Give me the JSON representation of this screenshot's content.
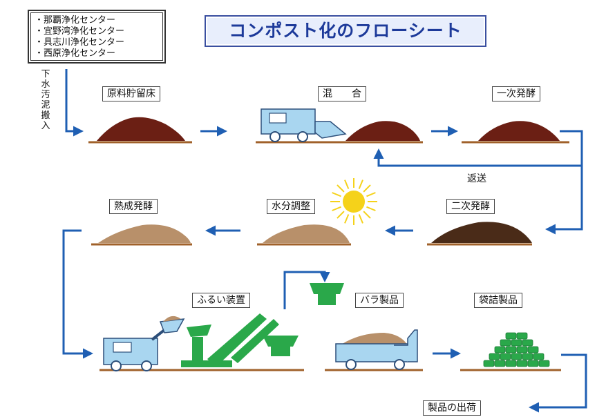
{
  "title": "コンポスト化のフローシート",
  "plants": [
    "・那覇浄化センター",
    "・宜野湾浄化センター",
    "・具志川浄化センター",
    "・西原浄化センター"
  ],
  "inbound_label": "下水汚泥搬入",
  "stages": {
    "raw_storage": "原料貯留床",
    "mixing": "混　　合",
    "primary_fermentation": "一次発酵",
    "secondary_fermentation": "二次発酵",
    "moisture_adjustment": "水分調整",
    "maturing": "熟成発酵",
    "sieve": "ふるい装置",
    "bulk_product": "バラ製品",
    "bagged_product": "袋詰製品",
    "shipment": "製品の出荷"
  },
  "return_label": "返送",
  "colors": {
    "arrow": "#1f5fb3",
    "dark_pile": "#6b1f14",
    "medium_pile": "#4a2b18",
    "light_pile": "#b8906a",
    "ground": "#a0612a",
    "machine": "#a9d6f0",
    "sieve_green": "#2aa84a",
    "sun": "#f5d21a",
    "title_blue": "#1d3a9a"
  },
  "icons": [
    "loader-truck-icon",
    "sun-icon",
    "dump-truck-icon",
    "conveyor-icon",
    "hopper-icon",
    "bag-stack-icon"
  ]
}
